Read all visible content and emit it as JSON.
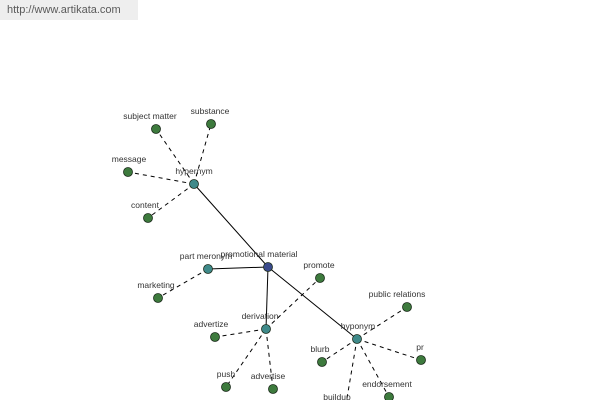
{
  "url_banner": "http://www.artikata.com",
  "colors": {
    "center_node": "#3a4a8c",
    "relation_node": "#3f8a8a",
    "leaf_node": "#3d7a3d",
    "node_outline": "#1a2a1a",
    "solid_edge": "#000000",
    "dashed_edge": "#000000"
  },
  "graph": {
    "center": {
      "id": "promotional-material",
      "label": "promotional material"
    },
    "relations": [
      {
        "id": "hypernym",
        "label": "hypernym"
      },
      {
        "id": "part-meronym",
        "label": "part meronym"
      },
      {
        "id": "derivation",
        "label": "derivation"
      },
      {
        "id": "hyponym",
        "label": "hyponym"
      }
    ],
    "terms": [
      {
        "id": "subject-matter",
        "label": "subject matter",
        "parent": "hypernym"
      },
      {
        "id": "substance",
        "label": "substance",
        "parent": "hypernym"
      },
      {
        "id": "message",
        "label": "message",
        "parent": "hypernym"
      },
      {
        "id": "content",
        "label": "content",
        "parent": "hypernym"
      },
      {
        "id": "marketing",
        "label": "marketing",
        "parent": "part-meronym"
      },
      {
        "id": "promote",
        "label": "promote",
        "parent": "derivation"
      },
      {
        "id": "advertize",
        "label": "advertize",
        "parent": "derivation"
      },
      {
        "id": "push",
        "label": "push",
        "parent": "derivation"
      },
      {
        "id": "advertise",
        "label": "advertise",
        "parent": "derivation"
      },
      {
        "id": "public-relations",
        "label": "public relations",
        "parent": "hyponym"
      },
      {
        "id": "blurb",
        "label": "blurb",
        "parent": "hyponym"
      },
      {
        "id": "pr",
        "label": "pr",
        "parent": "hyponym"
      },
      {
        "id": "buildup",
        "label": "buildup",
        "parent": "hyponym"
      },
      {
        "id": "endorsement",
        "label": "endorsement",
        "parent": "hyponym"
      }
    ]
  }
}
